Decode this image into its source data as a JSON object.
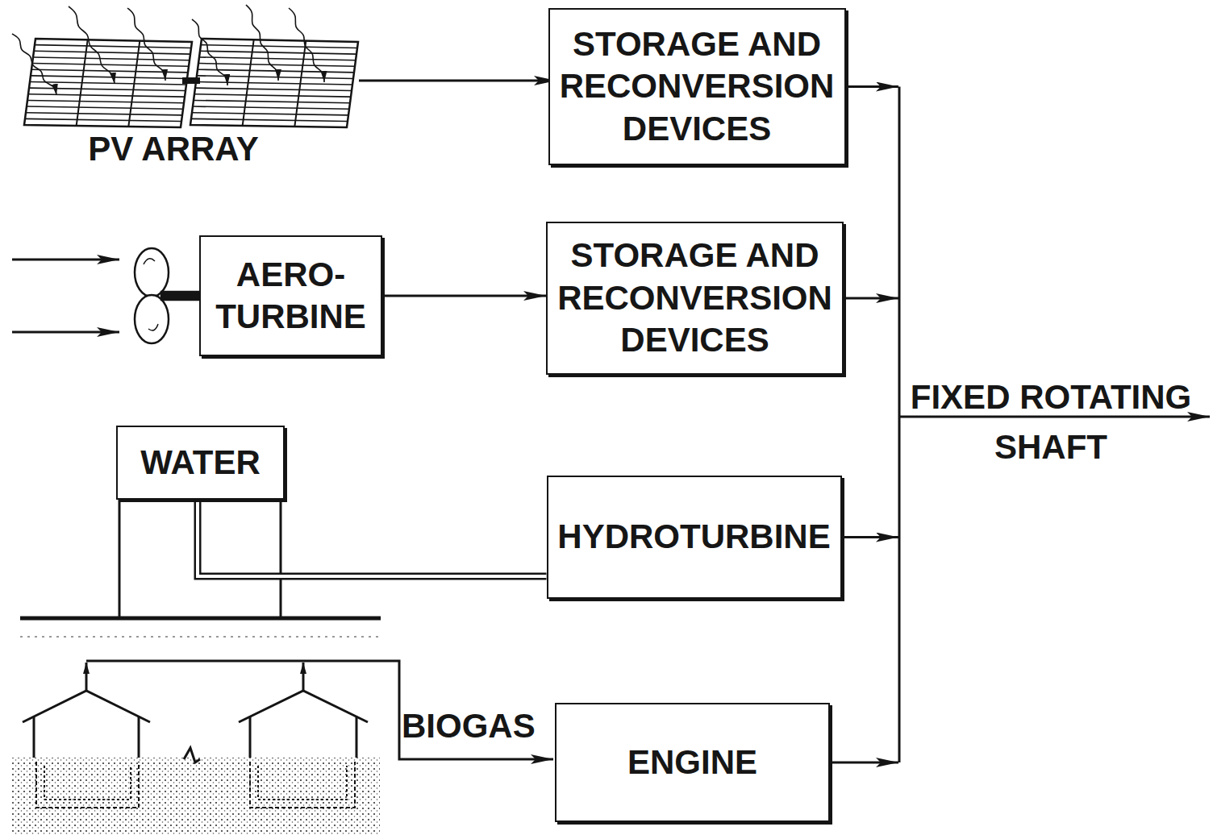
{
  "diagram": {
    "nodes": [
      {
        "text": [
          "STORAGE AND RECONVERSION DEVICES"
        ]
      },
      {
        "text": [
          "AERO-TURBINE"
        ]
      },
      {
        "text": [
          "STORAGE AND RECONVERSION DEVICES"
        ]
      },
      {
        "text": [
          "WATER"
        ]
      },
      {
        "text": [
          "HYDROTURBINE"
        ]
      },
      {
        "text": [
          "ENGINE"
        ]
      }
    ],
    "edges": [
      {
        "from": 1,
        "to": 2,
        "arrow": "to"
      },
      {
        "from": 3,
        "to": 4,
        "arrow": "none"
      }
    ],
    "labels": [
      "PV ARRAY",
      "FIXED ROTATING SHAFT",
      "BIOGAS"
    ]
  }
}
